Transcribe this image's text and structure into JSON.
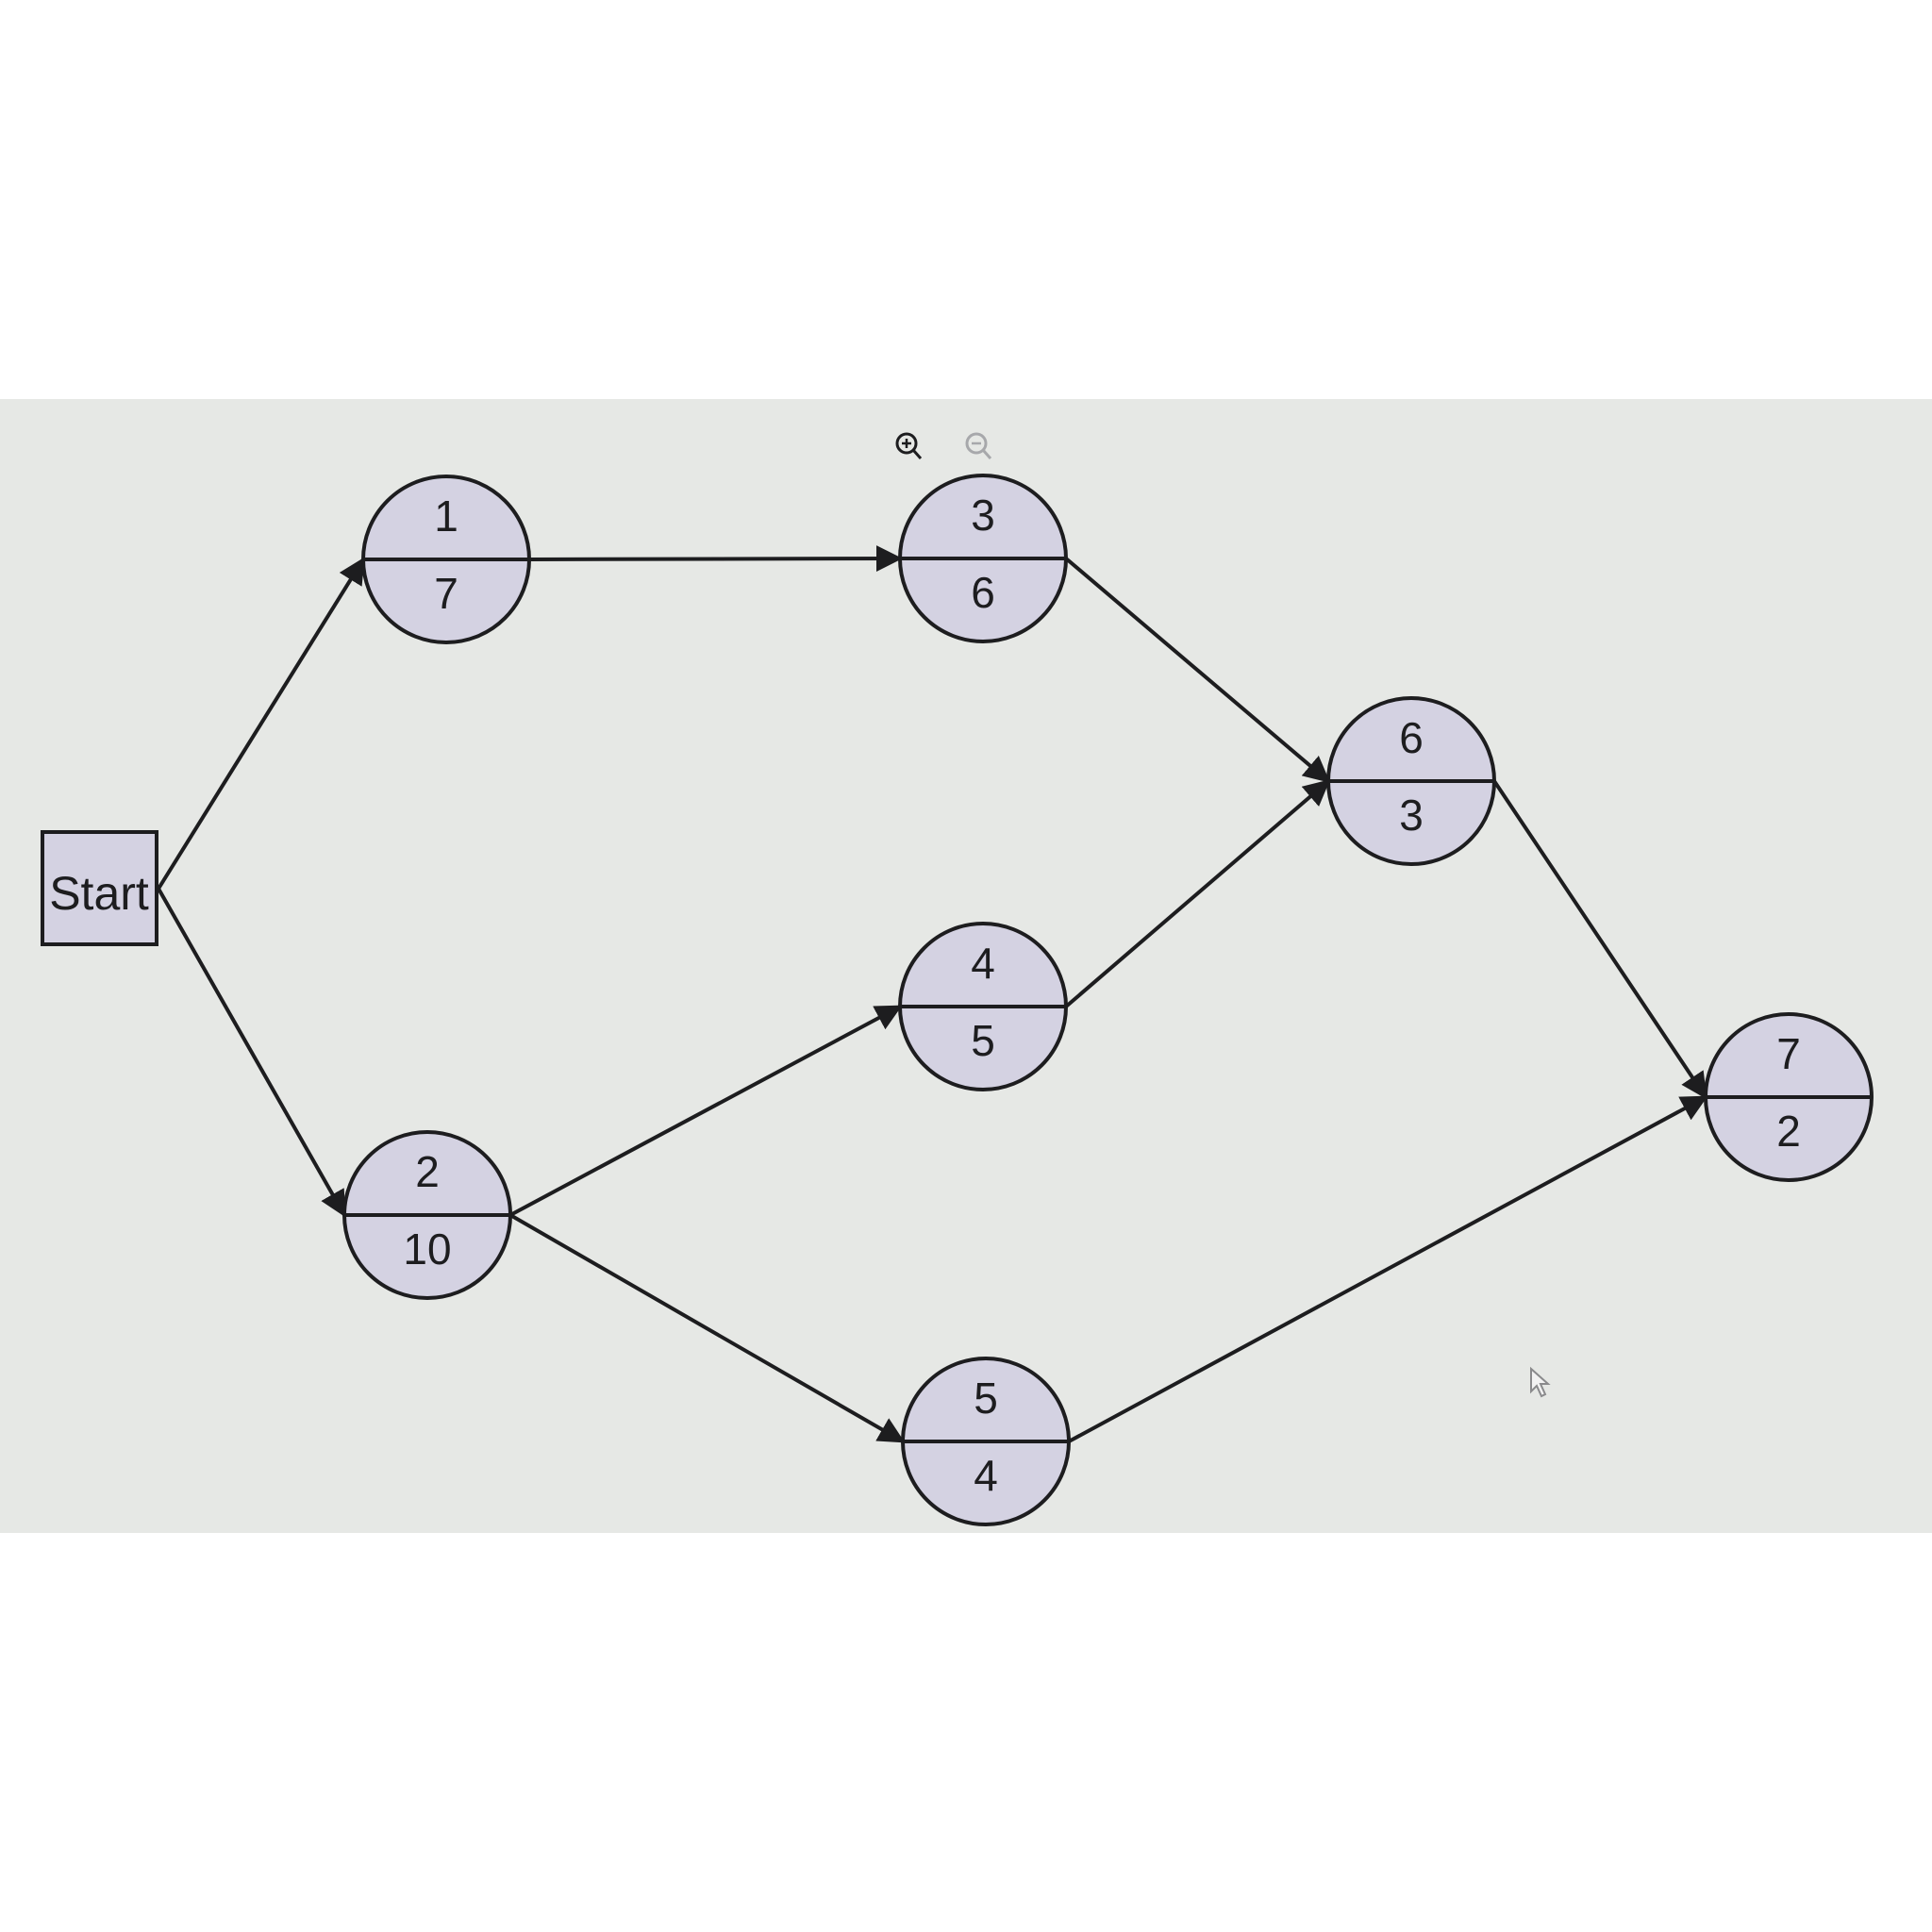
{
  "start": {
    "label": "Start"
  },
  "toolbar": {
    "zoom_in_icon": "zoom-in-icon",
    "zoom_out_icon": "zoom-out-icon"
  },
  "cursor": {
    "icon": "mouse-pointer-icon"
  },
  "nodes": [
    {
      "id": "1",
      "top": "1",
      "bottom": "7"
    },
    {
      "id": "2",
      "top": "2",
      "bottom": "10"
    },
    {
      "id": "3",
      "top": "3",
      "bottom": "6"
    },
    {
      "id": "4",
      "top": "4",
      "bottom": "5"
    },
    {
      "id": "5",
      "top": "5",
      "bottom": "4"
    },
    {
      "id": "6",
      "top": "6",
      "bottom": "3"
    },
    {
      "id": "7",
      "top": "7",
      "bottom": "2"
    }
  ],
  "edges": [
    {
      "from": "start",
      "to": "1"
    },
    {
      "from": "start",
      "to": "2"
    },
    {
      "from": "1",
      "to": "3"
    },
    {
      "from": "2",
      "to": "4"
    },
    {
      "from": "2",
      "to": "5"
    },
    {
      "from": "3",
      "to": "6"
    },
    {
      "from": "4",
      "to": "6"
    },
    {
      "from": "6",
      "to": "7"
    },
    {
      "from": "5",
      "to": "7"
    }
  ],
  "colors": {
    "node_fill": "#d4d2e2",
    "stroke": "#1d1d1f",
    "background": "#e6e8e5"
  }
}
